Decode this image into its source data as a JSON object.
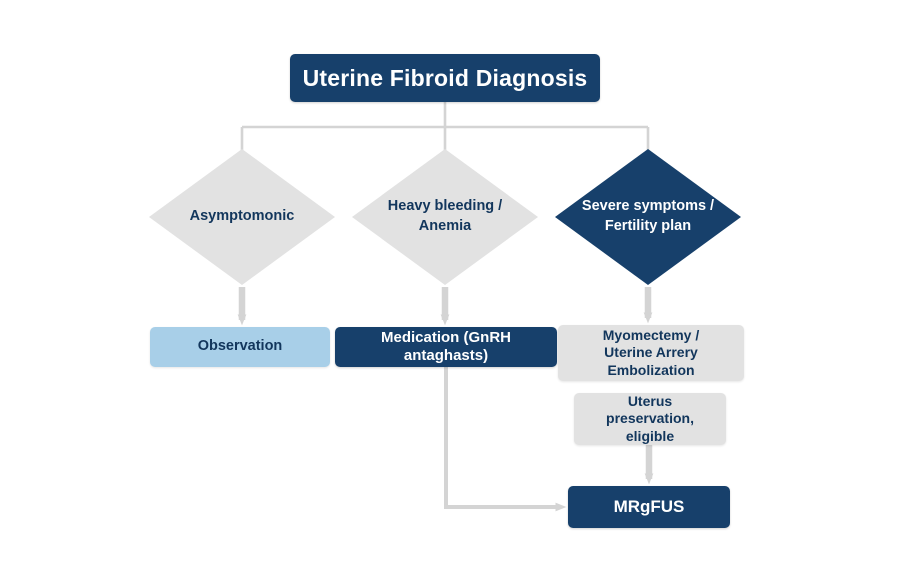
{
  "diagram": {
    "title": "Uterine Fibroid Diagnosis",
    "type": "flowchart",
    "colors": {
      "navy": "#17406b",
      "light_blue": "#a8cfe8",
      "gray": "#e2e2e2",
      "navy_text": "#12365c",
      "connector": "#d4d4d4",
      "background": "#ffffff"
    },
    "nodes": {
      "title": {
        "label": "Uterine Fibroid Diagnosis",
        "shape": "rounded-rect",
        "fill": "navy"
      },
      "asymptomatic": {
        "label": "Asymptomonic",
        "shape": "diamond",
        "fill": "gray"
      },
      "bleeding": {
        "label": "Heavy bleeding /\nAnemia",
        "line1": "Heavy bleeding /",
        "line2": "Anemia",
        "shape": "diamond",
        "fill": "gray"
      },
      "severe": {
        "label": "Severe symptoms /\nFertility plan",
        "line1": "Severe symptoms /",
        "line2": "Fertility plan",
        "shape": "diamond",
        "fill": "navy"
      },
      "observation": {
        "label": "Observation",
        "shape": "rounded-rect",
        "fill": "light_blue"
      },
      "medication": {
        "label": "Medication (GnRH antaghasts)",
        "shape": "rounded-rect",
        "fill": "navy"
      },
      "myomectomy": {
        "line1": "Myomectemy /",
        "line2": "Uterine Arrery Embolization",
        "shape": "rounded-rect",
        "fill": "gray"
      },
      "preservation": {
        "line1": "Uterus preservation,",
        "line2": "eligible",
        "shape": "rounded-rect",
        "fill": "gray"
      },
      "mrgfus": {
        "label": "MRgFUS",
        "shape": "rounded-rect",
        "fill": "navy"
      }
    },
    "edges": [
      {
        "from": "title",
        "to": "asymptomatic",
        "style": "orthogonal",
        "arrow": false
      },
      {
        "from": "title",
        "to": "bleeding",
        "style": "orthogonal",
        "arrow": false
      },
      {
        "from": "title",
        "to": "severe",
        "style": "orthogonal",
        "arrow": false
      },
      {
        "from": "asymptomatic",
        "to": "observation",
        "style": "straight",
        "arrow": true
      },
      {
        "from": "bleeding",
        "to": "medication",
        "style": "straight",
        "arrow": true
      },
      {
        "from": "severe",
        "to": "myomectomy",
        "style": "straight",
        "arrow": true
      },
      {
        "from": "preservation",
        "to": "mrgfus",
        "style": "straight",
        "arrow": true
      },
      {
        "from": "medication",
        "to": "mrgfus",
        "style": "elbow",
        "arrow": true
      }
    ]
  }
}
